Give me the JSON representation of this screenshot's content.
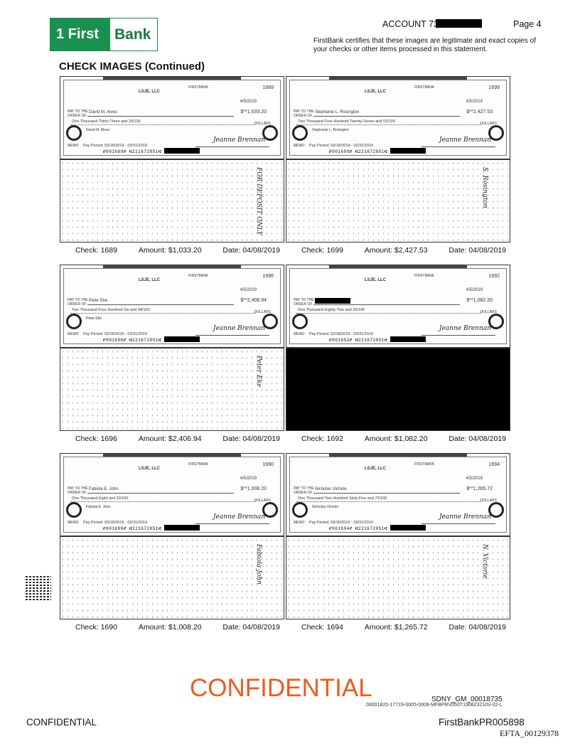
{
  "header": {
    "logo_text_1": "1 First",
    "logo_text_2": "Bank",
    "account_label": "ACCOUNT 73",
    "page": "Page 4",
    "certification": "FirstBank certifies that these images are legitimate and exact copies of your checks or other items processed in this statement.",
    "section_title": "CHECK IMAGES (Continued)"
  },
  "check_common": {
    "company": "LSJE, LLC",
    "bank": "FIRSTBANK",
    "pay_to_label": "PAY TO THE ORDER OF",
    "dollars_label": "DOLLARS",
    "memo_label": "MEMO",
    "check_label": "Check:",
    "amount_label": "Amount:",
    "date_label": "Date:",
    "signature": "Jeanne Brennan",
    "micr_prefix": "⑈001689⑈ ⑆221672851⑆"
  },
  "checks": [
    {
      "number": "1689",
      "payee": "David M. Alves",
      "amount_numeric": "$**1,033.20",
      "amount_written": "One Thousand Thirty-Three and 20/100",
      "check_date": "4/5/2019",
      "pay_period": "Pay Period: 03/18/2019 - 03/31/2019",
      "amount": "$1,033.20",
      "date": "04/08/2019",
      "endorsement": "FOR DEPOSIT ONLY",
      "back_redacted": false
    },
    {
      "number": "1699",
      "payee": "Stephanie L. Rosington",
      "amount_numeric": "$**2,427.53",
      "amount_written": "Two Thousand Four Hundred Twenty-Seven and 53/100",
      "check_date": "4/5/2019",
      "pay_period": "Pay Period: 03/18/2019 - 03/31/2019",
      "amount": "$2,427.53",
      "date": "04/08/2019",
      "endorsement": "S. Rosington",
      "back_redacted": false
    },
    {
      "number": "1696",
      "payee": "Peter Eke",
      "amount_numeric": "$**2,406.94",
      "amount_written": "Two Thousand Four Hundred Six and 94/100",
      "check_date": "4/5/2019",
      "pay_period": "Pay Period: 03/18/2019 - 03/31/2019",
      "amount": "$2,406.94",
      "date": "04/08/2019",
      "endorsement": "Peter Eke",
      "back_redacted": false
    },
    {
      "number": "1692",
      "payee": "",
      "amount_numeric": "$**1,082.20",
      "amount_written": "One Thousand Eighty-Two and 20/100",
      "check_date": "4/5/2019",
      "pay_period": "Pay Period: 03/18/2019 - 03/31/2019",
      "amount": "$1,082.20",
      "date": "04/08/2019",
      "endorsement": "",
      "back_redacted": true
    },
    {
      "number": "1690",
      "payee": "Fabiola E. John",
      "amount_numeric": "$**1,008.20",
      "amount_written": "One Thousand Eight and 20/100",
      "check_date": "4/5/2019",
      "pay_period": "Pay Period: 03/18/2019 - 03/31/2019",
      "amount": "$1,008.20",
      "date": "04/08/2019",
      "endorsement": "Fabiola John",
      "back_redacted": false
    },
    {
      "number": "1694",
      "payee": "Nicholas Victorie",
      "amount_numeric": "$**1,265.72",
      "amount_written": "One Thousand Two Hundred Sixty-Five and 72/100",
      "check_date": "4/5/2019",
      "pay_period": "Pay Period: 03/18/2019 - 03/31/2019",
      "amount": "$1,265.72",
      "date": "04/08/2019",
      "endorsement": "N. Victorie",
      "back_redacted": false
    }
  ],
  "footer": {
    "confidential_stamp": "CONFIDENTIAL",
    "sdny": "SDNY_GM_00018735",
    "doc_id": "00001820-17719-0005-0008-MFBPRV050T190823210V-02-L",
    "confidential": "CONFIDENTIAL",
    "bates": "FirstBankPR005898",
    "efta": "EFTA_00129378"
  },
  "colors": {
    "brand_green": "#1a9150",
    "confidential_orange": "#f05a1a"
  }
}
